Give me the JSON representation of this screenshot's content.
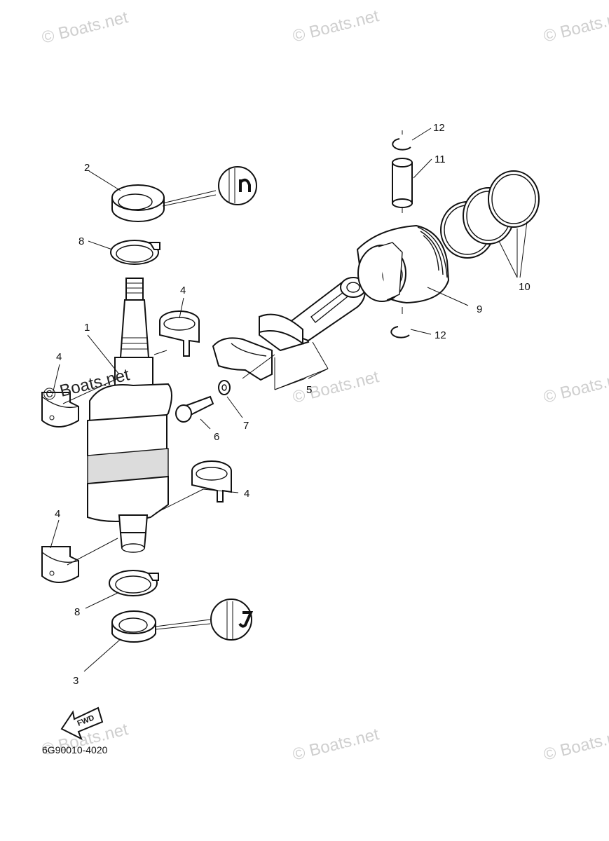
{
  "callouts": {
    "c1": "1",
    "c2": "2",
    "c3": "3",
    "c4a": "4",
    "c4b": "4",
    "c4c": "4",
    "c4d": "4",
    "c5": "5",
    "c6": "6",
    "c7": "7",
    "c8a": "8",
    "c8b": "8",
    "c9": "9",
    "c10": "10",
    "c11": "11",
    "c12a": "12",
    "c12b": "12"
  },
  "watermark": "© Boats.net",
  "fwd_label": "FWD",
  "diagram_code": "6G90010-4020"
}
